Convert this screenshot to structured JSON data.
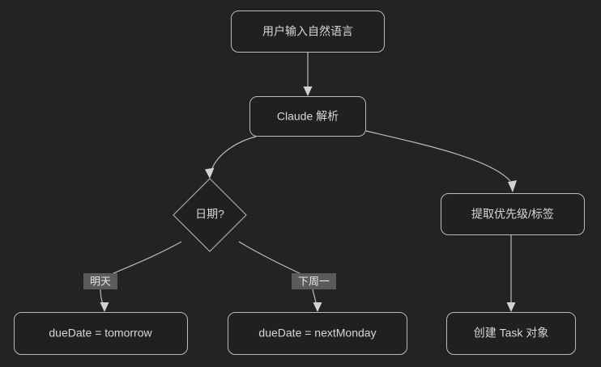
{
  "diagram": {
    "type": "flowchart",
    "direction": "top-down",
    "background_color": "#232323",
    "node_fill_color": "#1f2020",
    "node_border_color": "#b9bcbd",
    "text_color": "#d6d8d9",
    "edge_color": "#b9bcbd",
    "edge_label_background": "#5a5c5c",
    "nodes": [
      {
        "id": "input",
        "label": "用户输入自然语言",
        "shape": "rounded-rect"
      },
      {
        "id": "parse",
        "label": "Claude 解析",
        "shape": "rounded-rect"
      },
      {
        "id": "date",
        "label": "日期?",
        "shape": "diamond"
      },
      {
        "id": "priority",
        "label": "提取优先级/标签",
        "shape": "rounded-rect"
      },
      {
        "id": "tomorrow",
        "label": "dueDate = tomorrow",
        "shape": "rounded-rect"
      },
      {
        "id": "nextmonday",
        "label": "dueDate = nextMonday",
        "shape": "rounded-rect"
      },
      {
        "id": "createtask",
        "label": "创建 Task 对象",
        "shape": "rounded-rect"
      }
    ],
    "edges": [
      {
        "from": "input",
        "to": "parse",
        "label": ""
      },
      {
        "from": "parse",
        "to": "date",
        "label": ""
      },
      {
        "from": "parse",
        "to": "priority",
        "label": ""
      },
      {
        "from": "date",
        "to": "tomorrow",
        "label": "明天"
      },
      {
        "from": "date",
        "to": "nextmonday",
        "label": "下周一"
      },
      {
        "from": "priority",
        "to": "createtask",
        "label": ""
      }
    ],
    "edge_labels": [
      {
        "id": "label-tomorrow",
        "text": "明天"
      },
      {
        "id": "label-nextmonday",
        "text": "下周一"
      }
    ]
  }
}
